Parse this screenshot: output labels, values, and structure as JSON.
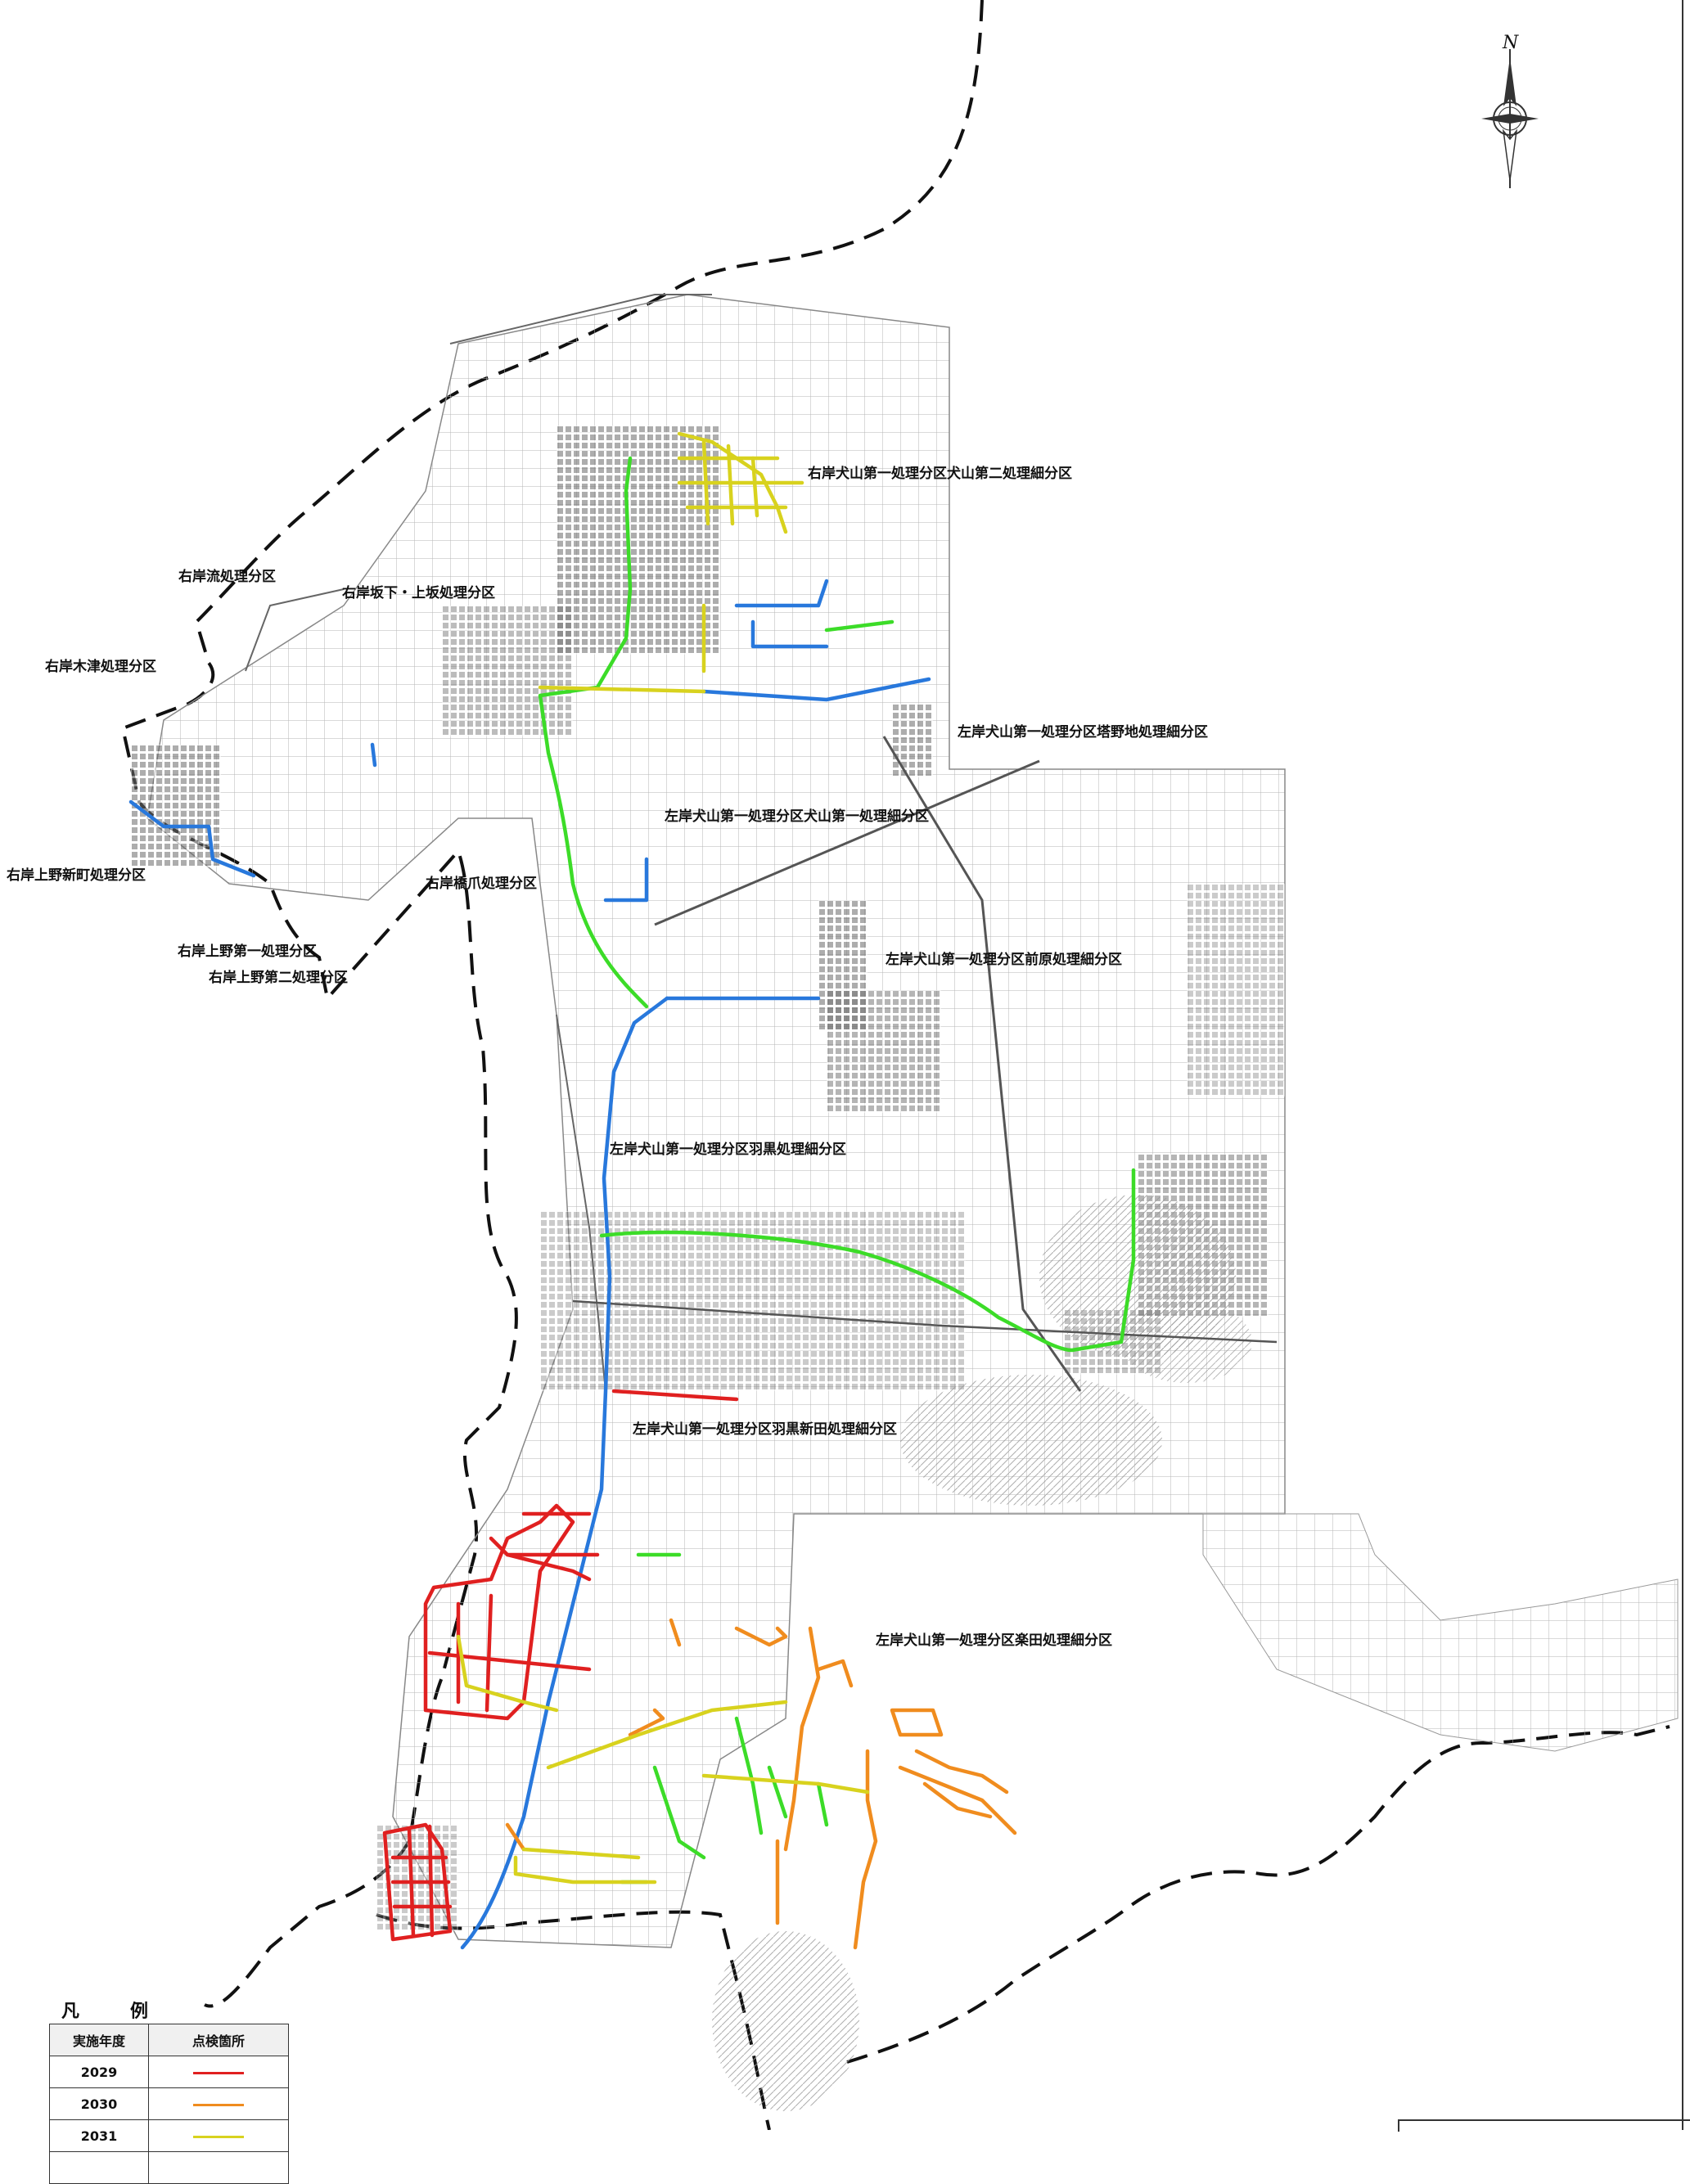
{
  "map": {
    "district_labels": [
      {
        "id": "label-inuyama-2",
        "text": "右岸犬山第一処理分区犬山第二処理細分区"
      },
      {
        "id": "label-nagare",
        "text": "右岸流処理分区"
      },
      {
        "id": "label-sakashita",
        "text": "右岸坂下・上坂処理分区"
      },
      {
        "id": "label-kizu",
        "text": "右岸木津処理分区"
      },
      {
        "id": "label-tonoji",
        "text": "左岸犬山第一処理分区塔野地処理細分区"
      },
      {
        "id": "label-inuyama-1",
        "text": "左岸犬山第一処理分区犬山第一処理細分区"
      },
      {
        "id": "label-ueno-shinmachi",
        "text": "右岸上野新町処理分区"
      },
      {
        "id": "label-hashizume",
        "text": "右岸橋爪処理分区"
      },
      {
        "id": "label-ueno-1",
        "text": "右岸上野第一処理分区"
      },
      {
        "id": "label-ueno-2",
        "text": "右岸上野第二処理分区"
      },
      {
        "id": "label-maehara",
        "text": "左岸犬山第一処理分区前原処理細分区"
      },
      {
        "id": "label-haguro",
        "text": "左岸犬山第一処理分区羽黒処理細分区"
      },
      {
        "id": "label-haguro-shinden",
        "text": "左岸犬山第一処理分区羽黒新田処理細分区"
      },
      {
        "id": "label-gakuden",
        "text": "左岸犬山第一処理分区楽田処理細分区"
      }
    ]
  },
  "legend": {
    "title": "凡　例",
    "header_year": "実施年度",
    "header_location": "点検箇所",
    "rows": [
      {
        "year": "2029",
        "color": "#e02020"
      },
      {
        "year": "2030",
        "color": "#f08c1e"
      },
      {
        "year": "2031",
        "color": "#d8d21e"
      },
      {
        "year": "",
        "color": ""
      }
    ]
  },
  "compass": {
    "letter": "N"
  },
  "route_colors": {
    "2029": "#e02020",
    "2030": "#f08c1e",
    "2031": "#d8d21e",
    "green": "#3cdc28",
    "blue": "#2878dc",
    "boundary": "#111111"
  }
}
